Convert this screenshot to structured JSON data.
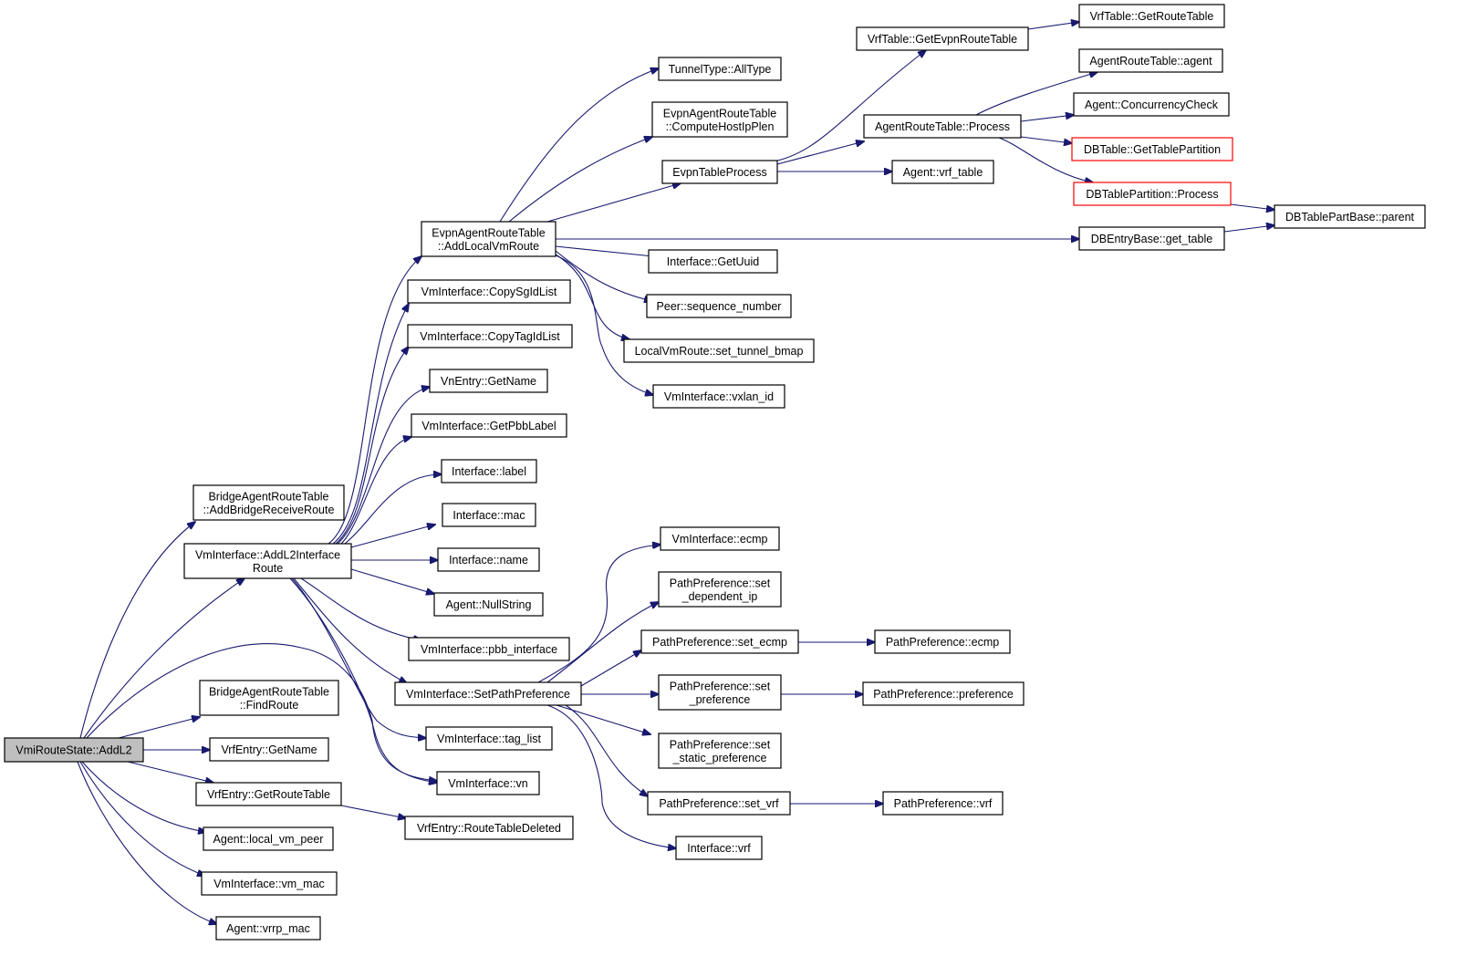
{
  "graph": {
    "title": "",
    "colors": {
      "edge": "#191970",
      "node_border": "#000000",
      "truncated_border": "#ff0000",
      "root_fill": "#bfbfbf",
      "background": "#ffffff"
    },
    "nodes": [
      {
        "id": "root",
        "lines": [
          "VmiRouteState::AddL2"
        ],
        "root": true
      },
      {
        "id": "bridge_recv",
        "lines": [
          "BridgeAgentRouteTable",
          "::AddBridgeReceiveRoute"
        ]
      },
      {
        "id": "addl2if",
        "lines": [
          "VmInterface::AddL2Interface",
          "Route"
        ]
      },
      {
        "id": "bridge_find",
        "lines": [
          "BridgeAgentRouteTable",
          "::FindRoute"
        ]
      },
      {
        "id": "vrf_getname",
        "lines": [
          "VrfEntry::GetName"
        ]
      },
      {
        "id": "vrf_getrt",
        "lines": [
          "VrfEntry::GetRouteTable"
        ]
      },
      {
        "id": "local_vm_peer",
        "lines": [
          "Agent::local_vm_peer"
        ]
      },
      {
        "id": "vm_mac",
        "lines": [
          "VmInterface::vm_mac"
        ]
      },
      {
        "id": "vrrp_mac",
        "lines": [
          "Agent::vrrp_mac"
        ]
      },
      {
        "id": "evpn_add",
        "lines": [
          "EvpnAgentRouteTable",
          "::AddLocalVmRoute"
        ]
      },
      {
        "id": "copy_sg",
        "lines": [
          "VmInterface::CopySgIdList"
        ]
      },
      {
        "id": "copy_tag",
        "lines": [
          "VmInterface::CopyTagIdList"
        ]
      },
      {
        "id": "vn_getname",
        "lines": [
          "VnEntry::GetName"
        ]
      },
      {
        "id": "get_pbb",
        "lines": [
          "VmInterface::GetPbbLabel"
        ]
      },
      {
        "id": "if_label",
        "lines": [
          "Interface::label"
        ]
      },
      {
        "id": "if_mac",
        "lines": [
          "Interface::mac"
        ]
      },
      {
        "id": "if_name",
        "lines": [
          "Interface::name"
        ]
      },
      {
        "id": "null_string",
        "lines": [
          "Agent::NullString"
        ]
      },
      {
        "id": "pbb_if",
        "lines": [
          "VmInterface::pbb_interface"
        ]
      },
      {
        "id": "set_pp",
        "lines": [
          "VmInterface::SetPathPreference"
        ]
      },
      {
        "id": "tag_list",
        "lines": [
          "VmInterface::tag_list"
        ]
      },
      {
        "id": "vm_vn",
        "lines": [
          "VmInterface::vn"
        ]
      },
      {
        "id": "rt_deleted",
        "lines": [
          "VrfEntry::RouteTableDeleted"
        ]
      },
      {
        "id": "tunnel_all",
        "lines": [
          "TunnelType::AllType"
        ]
      },
      {
        "id": "compute_host",
        "lines": [
          "EvpnAgentRouteTable",
          "::ComputeHostIpPlen"
        ]
      },
      {
        "id": "evpn_proc",
        "lines": [
          "EvpnTableProcess"
        ]
      },
      {
        "id": "get_uuid",
        "lines": [
          "Interface::GetUuid"
        ]
      },
      {
        "id": "peer_seq",
        "lines": [
          "Peer::sequence_number"
        ]
      },
      {
        "id": "set_tunnel",
        "lines": [
          "LocalVmRoute::set_tunnel_bmap"
        ]
      },
      {
        "id": "vxlan_id",
        "lines": [
          "VmInterface::vxlan_id"
        ]
      },
      {
        "id": "vm_ecmp",
        "lines": [
          "VmInterface::ecmp"
        ]
      },
      {
        "id": "pp_set_dep",
        "lines": [
          "PathPreference::set",
          "_dependent_ip"
        ]
      },
      {
        "id": "pp_set_ecmp",
        "lines": [
          "PathPreference::set_ecmp"
        ]
      },
      {
        "id": "pp_set_pref",
        "lines": [
          "PathPreference::set",
          "_preference"
        ]
      },
      {
        "id": "pp_set_static",
        "lines": [
          "PathPreference::set",
          "_static_preference"
        ]
      },
      {
        "id": "pp_set_vrf",
        "lines": [
          "PathPreference::set_vrf"
        ]
      },
      {
        "id": "if_vrf",
        "lines": [
          "Interface::vrf"
        ]
      },
      {
        "id": "vrf_get_evpn",
        "lines": [
          "VrfTable::GetEvpnRouteTable"
        ]
      },
      {
        "id": "art_process",
        "lines": [
          "AgentRouteTable::Process"
        ]
      },
      {
        "id": "agent_vrf_table",
        "lines": [
          "Agent::vrf_table"
        ]
      },
      {
        "id": "db_get_table",
        "lines": [
          "DBEntryBase::get_table"
        ]
      },
      {
        "id": "pp_ecmp",
        "lines": [
          "PathPreference::ecmp"
        ]
      },
      {
        "id": "pp_pref",
        "lines": [
          "PathPreference::preference"
        ]
      },
      {
        "id": "pp_vrf",
        "lines": [
          "PathPreference::vrf"
        ]
      },
      {
        "id": "vrf_get_rt",
        "lines": [
          "VrfTable::GetRouteTable"
        ]
      },
      {
        "id": "art_agent",
        "lines": [
          "AgentRouteTable::agent"
        ]
      },
      {
        "id": "agent_cc",
        "lines": [
          "Agent::ConcurrencyCheck"
        ]
      },
      {
        "id": "db_get_part",
        "lines": [
          "DBTable::GetTablePartition"
        ],
        "truncated": true
      },
      {
        "id": "db_part_proc",
        "lines": [
          "DBTablePartition::Process"
        ],
        "truncated": true
      },
      {
        "id": "db_parent",
        "lines": [
          "DBTablePartBase::parent"
        ]
      }
    ]
  }
}
